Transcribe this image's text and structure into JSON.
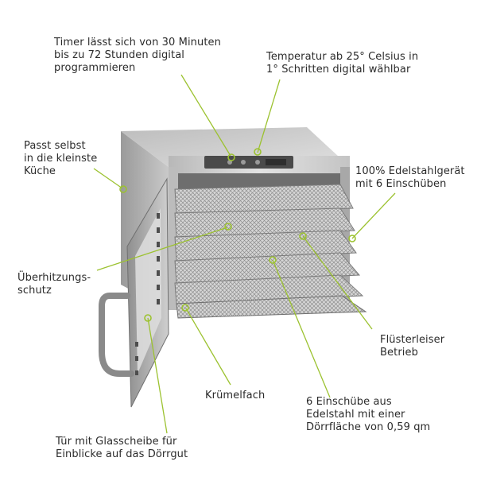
{
  "accent_color": "#9cc230",
  "callouts": {
    "timer": [
      "Timer lässt sich von 30 Minuten",
      "bis zu 72 Stunden digital",
      "programmieren"
    ],
    "temperature": [
      "Temperatur ab 25° Celsius in",
      "1° Schritten digital wählbar"
    ],
    "kitchen": [
      "Passt selbst",
      "in die kleinste",
      "Küche"
    ],
    "steel": [
      "100% Edelstahlgerät",
      "mit 6 Einschüben"
    ],
    "overheat": [
      "Überhitzungs-",
      "schutz"
    ],
    "quiet": [
      "Flüsterleiser",
      "Betrieb"
    ],
    "crumb": [
      "Krümelfach"
    ],
    "trays": [
      "6 Einschübe aus",
      "Edelstahl mit einer",
      "Dörrfläche von 0,59 qm"
    ],
    "door": [
      "Tür mit Glasscheibe für",
      "Einblicke auf das Dörrgut"
    ]
  }
}
